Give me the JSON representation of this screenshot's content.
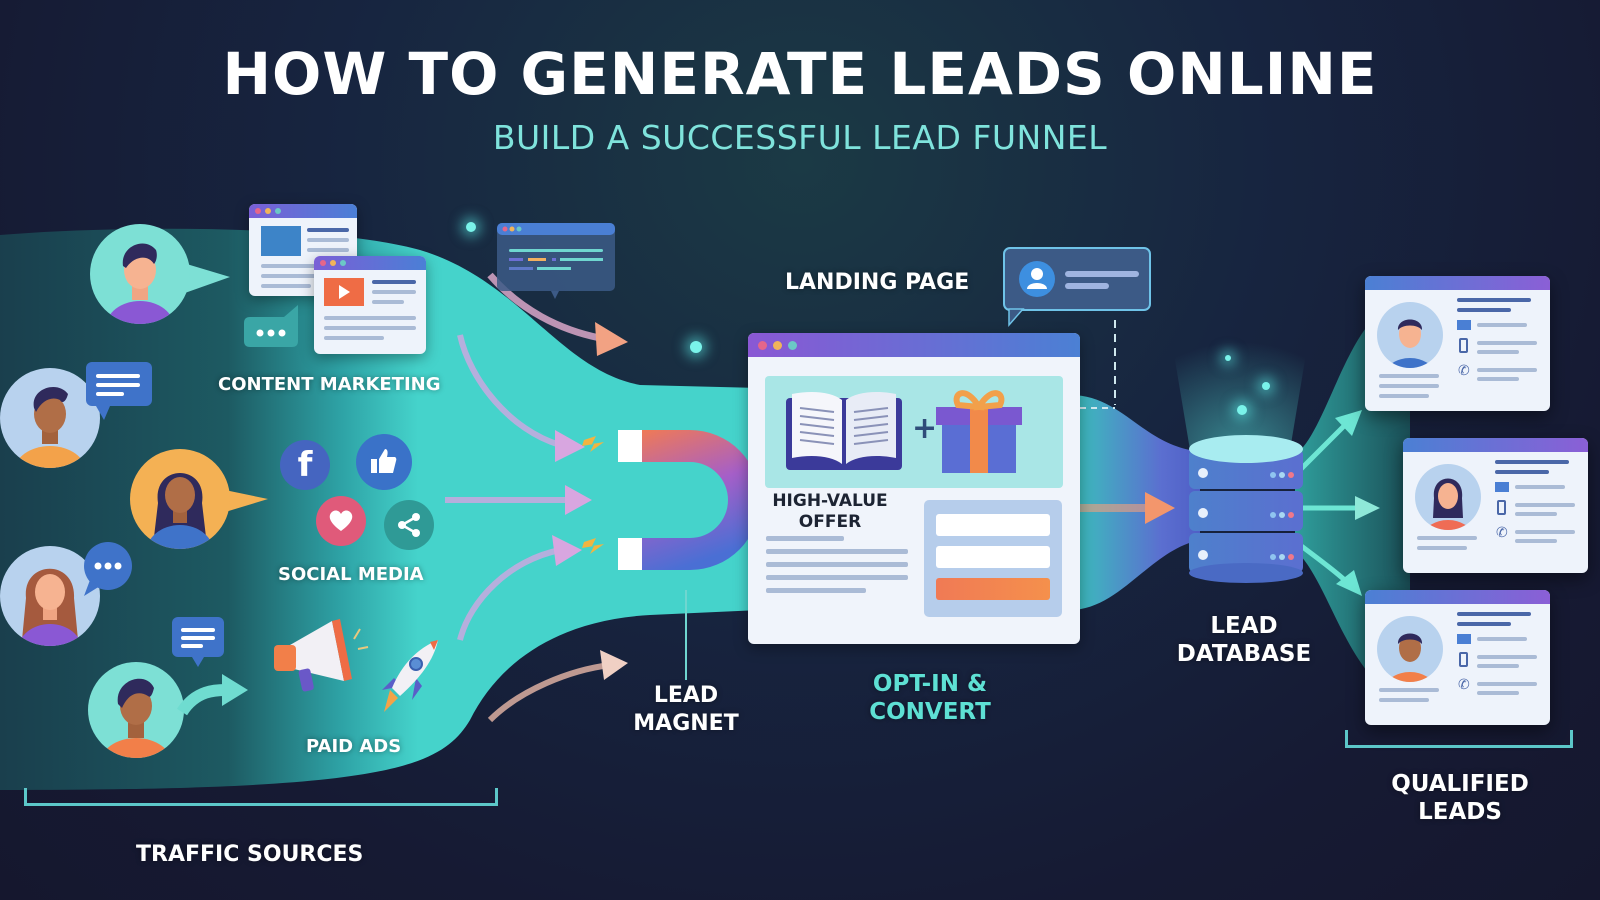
{
  "header": {
    "title": "HOW TO GENERATE LEADS ONLINE",
    "subtitle": "BUILD A SUCCESSFUL LEAD FUNNEL"
  },
  "traffic_sources": {
    "group_label": "TRAFFIC SOURCES",
    "channels": [
      {
        "label": "CONTENT MARKETING",
        "icons": [
          "person-avatar-icon",
          "article-browser-icon",
          "video-browser-icon",
          "chat-bubble-icon"
        ]
      },
      {
        "label": "SOCIAL MEDIA",
        "icons": [
          "facebook-icon",
          "thumbs-up-icon",
          "heart-icon",
          "share-icon"
        ]
      },
      {
        "label": "PAID ADS",
        "icons": [
          "megaphone-icon",
          "rocket-icon"
        ]
      }
    ]
  },
  "stages": {
    "lead_magnet": {
      "label_line1": "LEAD",
      "label_line2": "MAGNET",
      "icon": "magnet-icon"
    },
    "landing_page": {
      "label": "LANDING PAGE",
      "icon": "profile-card-icon"
    },
    "offer": {
      "label_line1": "HIGH-VALUE",
      "label_line2": "OFFER",
      "icons": [
        "open-book-icon",
        "plus-icon",
        "gift-box-icon"
      ]
    },
    "opt_in": {
      "label_line1": "OPT-IN &",
      "label_line2": "CONVERT"
    },
    "database": {
      "label_line1": "LEAD",
      "label_line2": "DATABASE",
      "icon": "database-icon"
    },
    "qualified": {
      "label_line1": "QUALIFIED",
      "label_line2": "LEADS",
      "cards": 3
    }
  },
  "colors": {
    "background": "#161a33",
    "funnel_teal": "#3fcfc6",
    "subtitle_teal": "#7fe3dc",
    "accent_orange": "#f7894f",
    "accent_purple": "#7a5fd6",
    "accent_blue": "#4b7fd6",
    "bracket": "#5cc7c9"
  }
}
